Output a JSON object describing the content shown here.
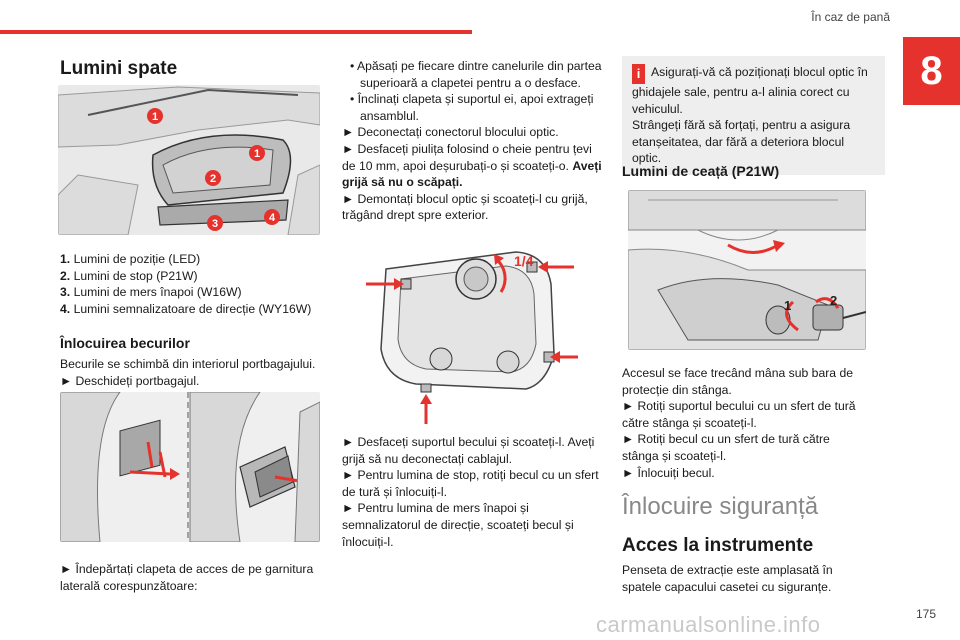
{
  "header": {
    "section": "În caz de pană",
    "chapter": "8",
    "page_number": "175"
  },
  "watermark": "carmanualsonline.info",
  "col1": {
    "title": "Lumini spate",
    "figure_callouts": [
      "1",
      "1",
      "2",
      "3",
      "4"
    ],
    "list": [
      {
        "n": "1.",
        "t": "Lumini de poziție (LED)"
      },
      {
        "n": "2.",
        "t": "Lumini de stop (P21W)"
      },
      {
        "n": "3.",
        "t": "Lumini de mers înapoi (W16W)"
      },
      {
        "n": "4.",
        "t": "Lumini semnalizatoare de direcție (WY16W)"
      }
    ],
    "sub_title": "Înlocuirea becurilor",
    "p1": "Becurile se schimbă din interiorul portbagajului.",
    "p2": "► Deschideți portbagajul.",
    "p3": "► Îndepărtați clapeta de acces de pe garnitura laterală corespunzătoare:"
  },
  "col2": {
    "b1": "• Apăsați pe fiecare dintre canelurile din partea superioară a clapetei pentru a o desface.",
    "b2": "• Înclinați clapeta și suportul ei, apoi extrageți ansamblul.",
    "s1": "► Deconectați conectorul blocului optic.",
    "s2a": "► Desfaceți piulița folosind o cheie pentru țevi de 10 mm, apoi deșurubați-o și scoateți-o.",
    "s2b": "Aveți grijă să nu o scăpați.",
    "s3": "► Demontați blocul optic și scoateți-l cu grijă, trăgând drept spre exterior.",
    "fig_label": "1/4",
    "s4": "► Desfaceți suportul becului și scoateți-l. Aveți grijă să nu deconectați cablajul.",
    "s5": "► Pentru lumina de stop, rotiți becul cu un sfert de tură și înlocuiți-l.",
    "s6": "► Pentru lumina de mers înapoi și semnalizatorul de direcție, scoateți becul și înlocuiți-l."
  },
  "col3": {
    "info1": "Asigurați-vă că poziționați blocul optic în ghidajele sale, pentru a-l alinia corect cu vehiculul.",
    "info2": "Strângeți fără să forțați, pentru a asigura etanșeitatea, dar fără a deteriora blocul optic.",
    "sub_title": "Lumini de ceață (P21W)",
    "fig_callouts": [
      "1",
      "2"
    ],
    "p1": "Accesul se face trecând mâna sub bara de protecție din stânga.",
    "p2": "► Rotiți suportul becului cu un sfert de tură către stânga și scoateți-l.",
    "p3": "► Rotiți becul cu un sfert de tură către stânga și scoateți-l.",
    "p4": "► Înlocuiți becul.",
    "big_title": "Înlocuire siguranță",
    "h3": "Acces la instrumente",
    "p5": "Penseta de extracție este amplasată în spatele capacului casetei cu siguranțe."
  },
  "colors": {
    "accent": "#e5322d",
    "info_bg": "#eeeeee",
    "watermark": "#c9c9c9"
  }
}
